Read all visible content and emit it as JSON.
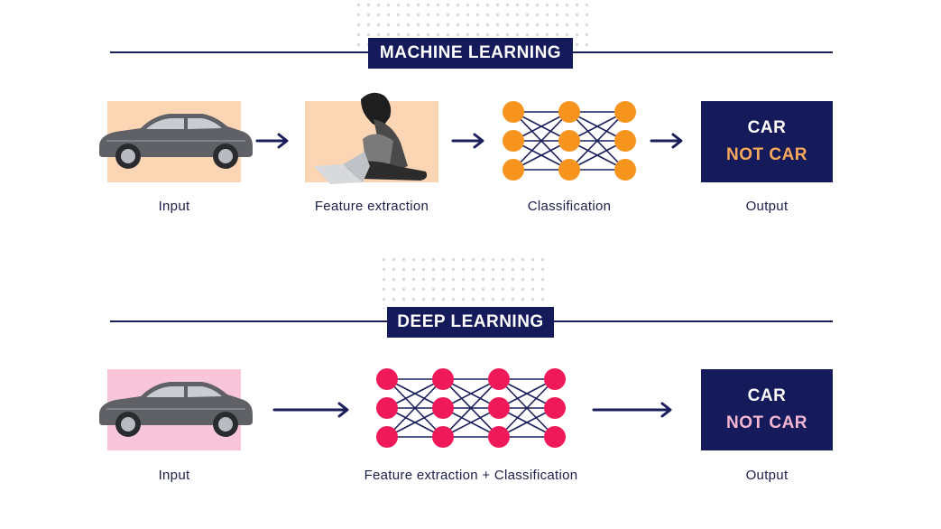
{
  "colors": {
    "navy": "#141a5a",
    "orange": "#f7941d",
    "peach": "#fcd5b4",
    "pink_node": "#f0195a",
    "pink_bg": "#f9c6d9",
    "ml_not_car": "#f8a85a",
    "dl_not_car": "#f5b6d1"
  },
  "machine_learning": {
    "title": "MACHINE LEARNING",
    "steps": [
      {
        "label": "Input",
        "icon": "car-image"
      },
      {
        "label": "Feature extraction",
        "icon": "person-with-laptop-image"
      },
      {
        "label": "Classification",
        "icon": "neural-network-icon"
      },
      {
        "label": "Output",
        "icon": "output-box"
      }
    ],
    "output": {
      "positive": "CAR",
      "negative": "NOT CAR"
    }
  },
  "deep_learning": {
    "title": "DEEP LEARNING",
    "steps": [
      {
        "label": "Input",
        "icon": "car-image"
      },
      {
        "label": "Feature extraction + Classification",
        "icon": "neural-network-icon"
      },
      {
        "label": "Output",
        "icon": "output-box"
      }
    ],
    "output": {
      "positive": "CAR",
      "negative": "NOT CAR"
    }
  }
}
